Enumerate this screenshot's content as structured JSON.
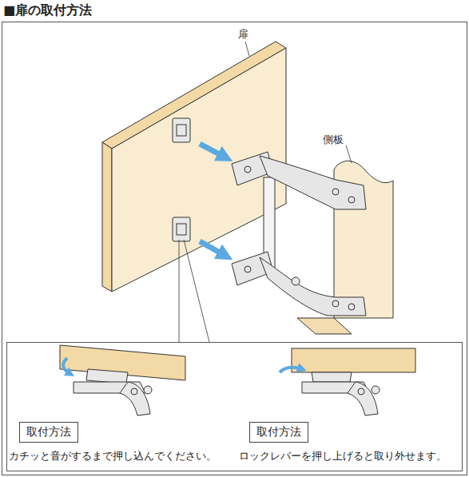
{
  "diagram": {
    "title": "■扉の取付方法",
    "nodes": [
      {
        "text": [
          "取付方法",
          "カチッと音がするまで押し込んでください。"
        ]
      },
      {
        "text": [
          "取付方法",
          "ロックレバーを押し上げると取り外せます。"
        ]
      }
    ],
    "labels": [
      "扉",
      "側板"
    ]
  }
}
